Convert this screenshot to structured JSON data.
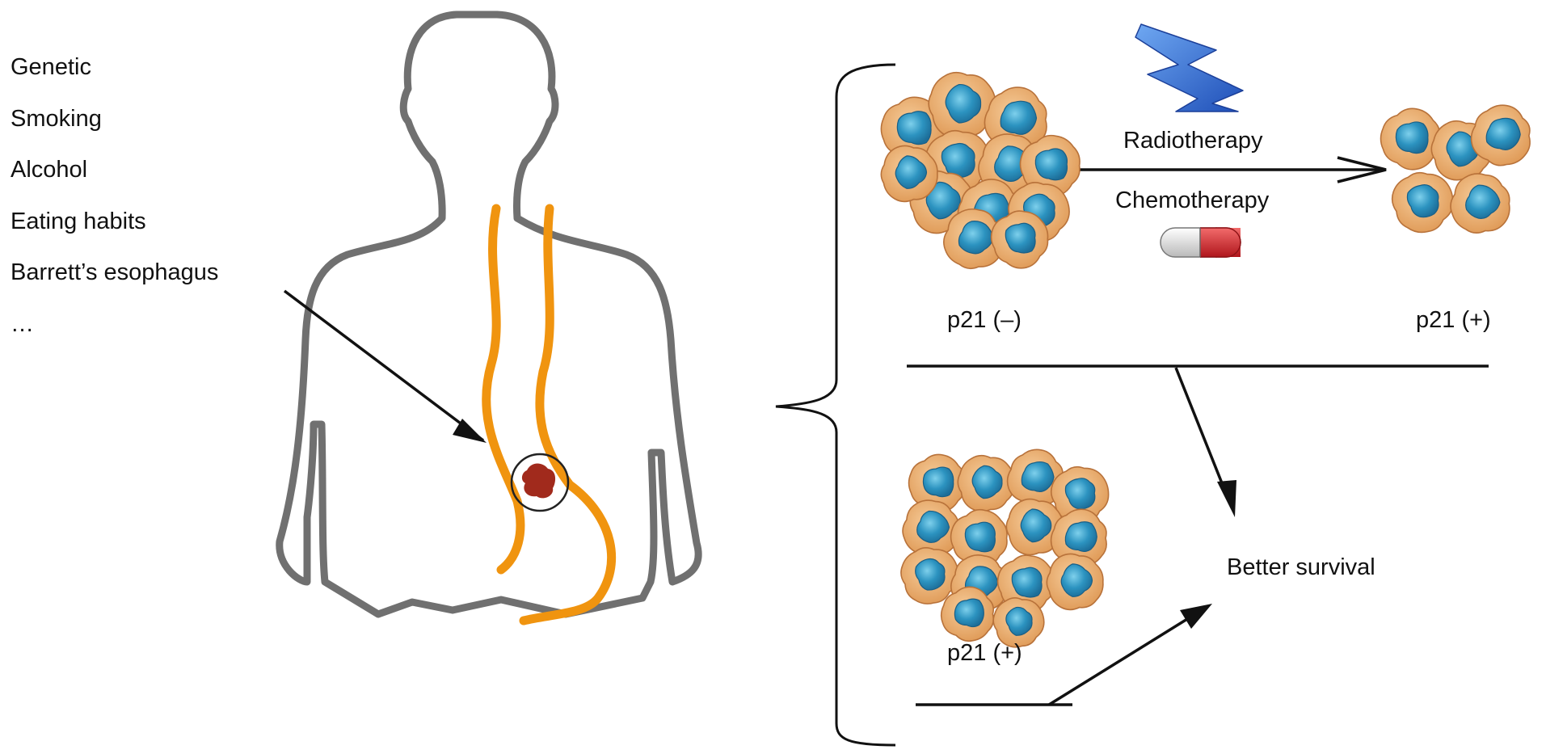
{
  "risk_factors": [
    "Genetic",
    "Smoking",
    "Alcohol",
    "Eating habits",
    "Barrett’s esophagus",
    "…"
  ],
  "treatments": {
    "radiotherapy": "Radiotherapy",
    "chemotherapy": "Chemotherapy"
  },
  "cell_groups": {
    "before_treatment": "p21 (–)",
    "after_treatment": "p21 (+)",
    "untreated_positive": "p21 (+)"
  },
  "outcome": "Better survival",
  "colors": {
    "body_outline": "#707070",
    "esophagus": "#F0940F",
    "tumor": "#A12A1C",
    "cell_body": "#E8A868",
    "cell_nucleus": "#2C93C0",
    "lightning": "#2F6FD6",
    "capsule_red": "#D7262C",
    "line": "#111111"
  },
  "icons": [
    "human-torso-icon",
    "lightning-bolt-icon",
    "capsule-icon",
    "cell-cluster-icon"
  ]
}
